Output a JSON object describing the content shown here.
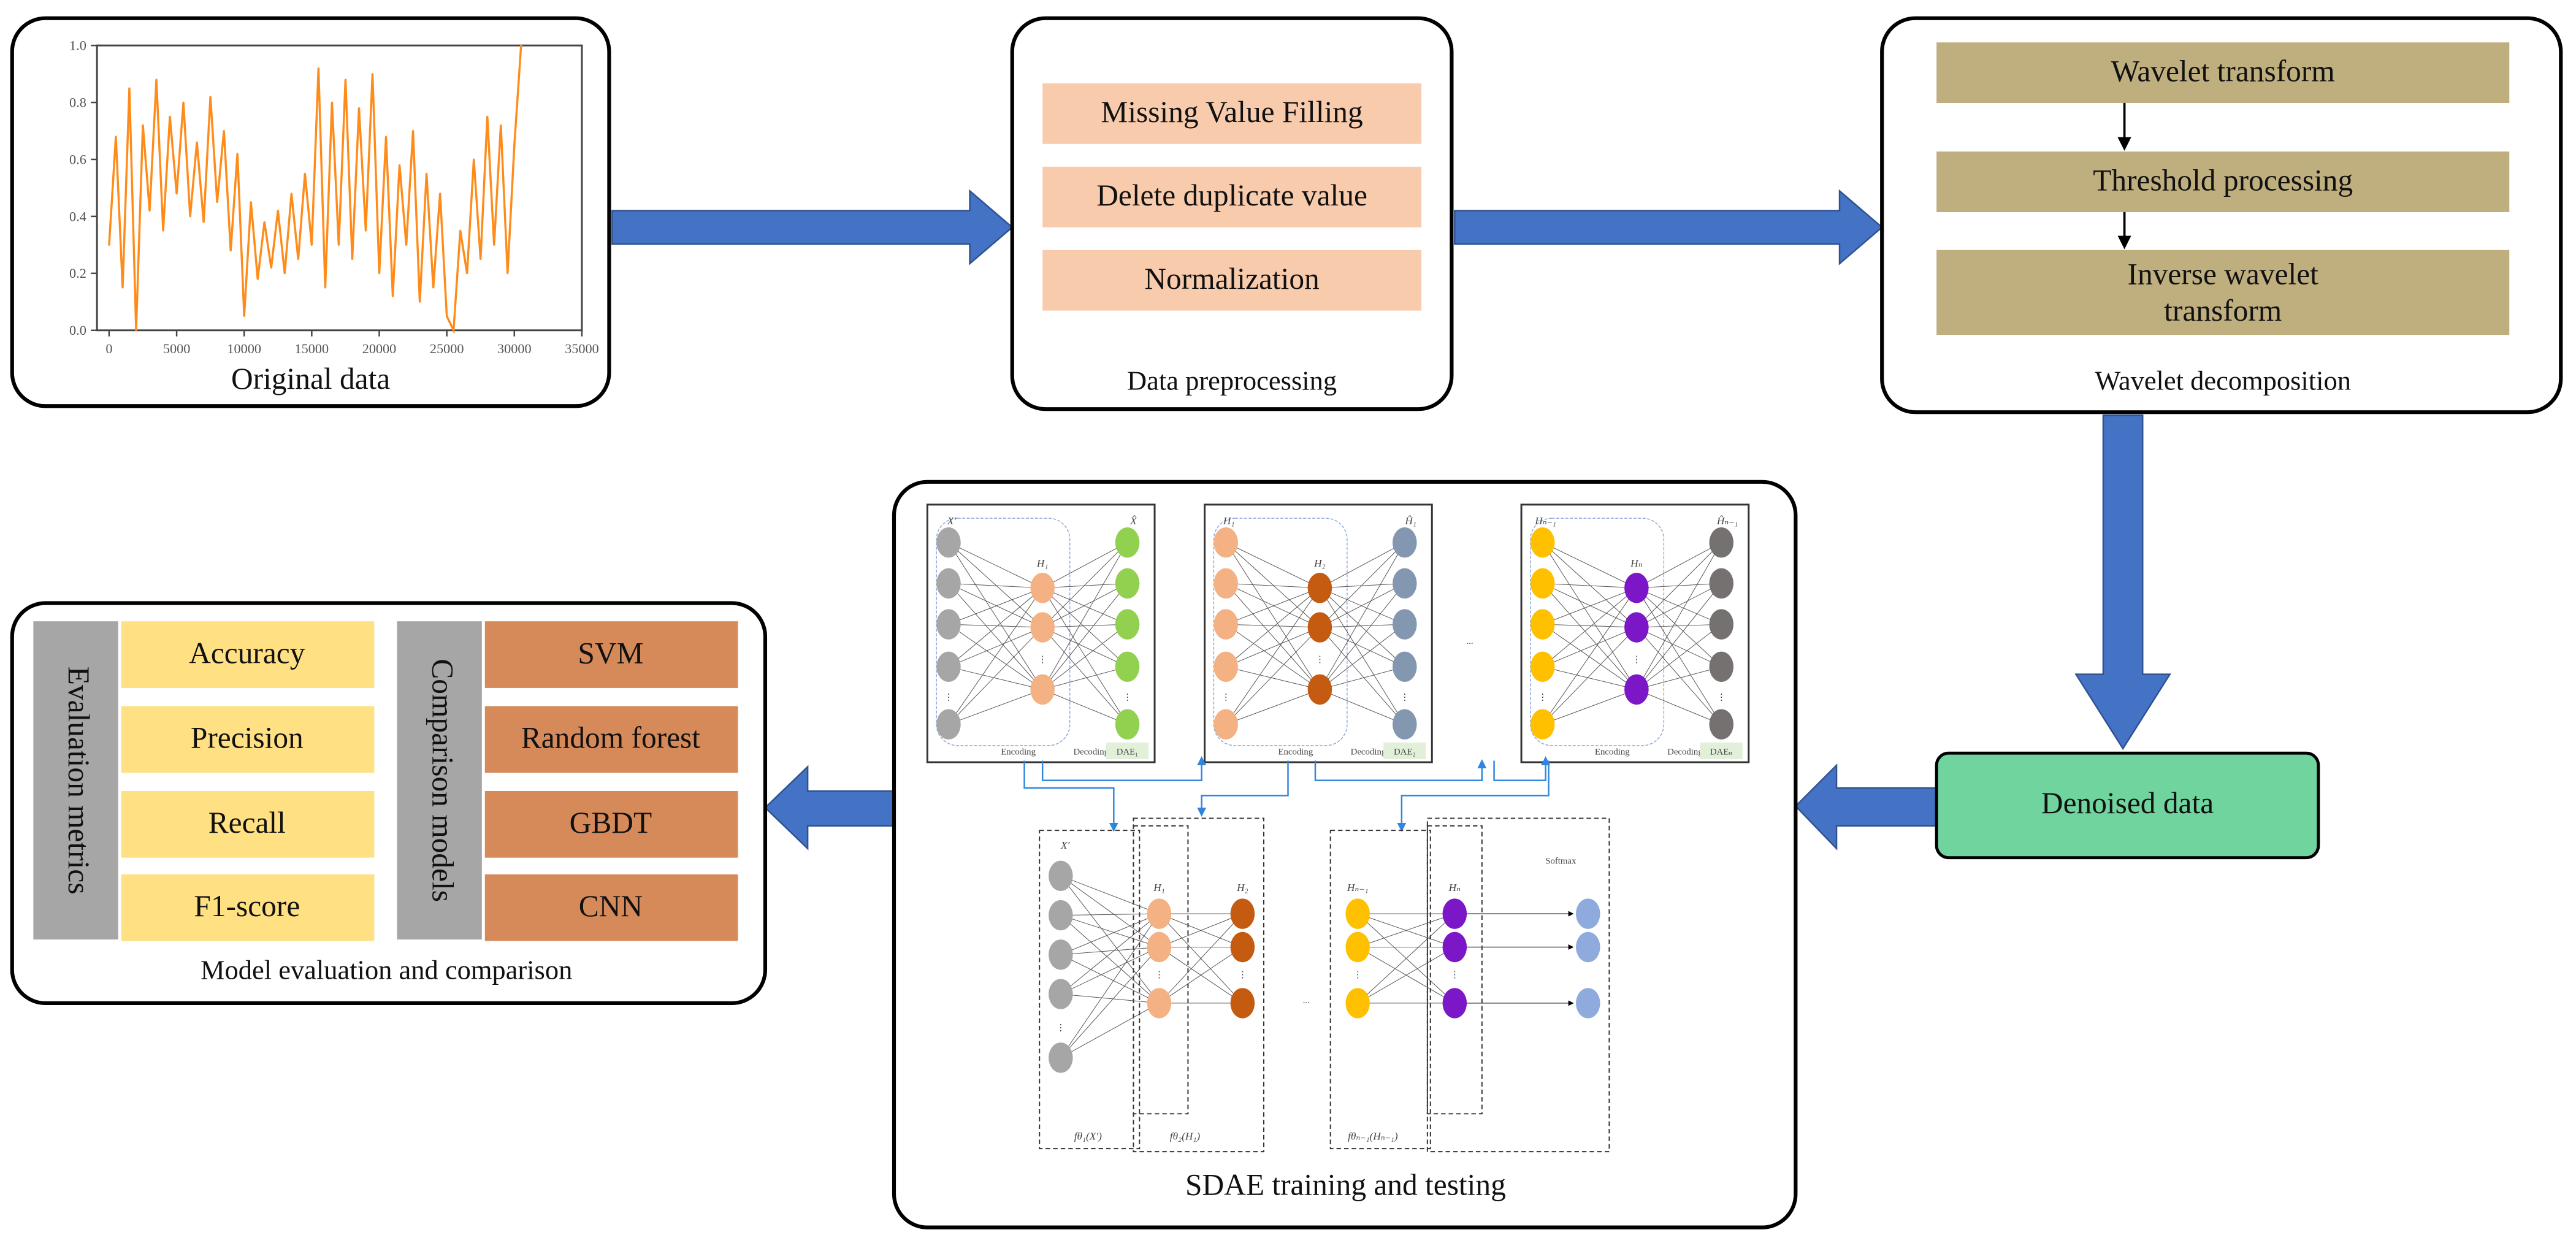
{
  "original_data": {
    "caption": "Original data",
    "chart_data": {
      "type": "line",
      "title": "",
      "xlabel": "",
      "ylabel": "",
      "xlim": [
        0,
        35000
      ],
      "ylim": [
        0.0,
        1.0
      ],
      "x_ticks": [
        "0",
        "5000",
        "10000",
        "15000",
        "20000",
        "25000",
        "30000",
        "35000"
      ],
      "y_ticks": [
        "0.0",
        "0.2",
        "0.4",
        "0.6",
        "0.8",
        "1.0"
      ],
      "grid": false,
      "color": "#FF8C1A",
      "x": [
        0,
        500,
        1000,
        1500,
        2000,
        2500,
        3000,
        3500,
        4000,
        4500,
        5000,
        5500,
        6000,
        6500,
        7000,
        7500,
        8000,
        8500,
        9000,
        9500,
        10000,
        10500,
        11000,
        11500,
        12000,
        12500,
        13000,
        13500,
        14000,
        14500,
        15000,
        15500,
        16000,
        16500,
        17000,
        17500,
        18000,
        18500,
        19000,
        19500,
        20000,
        20500,
        21000,
        21500,
        22000,
        22500,
        23000,
        23500,
        24000,
        24500,
        25000,
        25500,
        26000,
        26500,
        27000,
        27500,
        28000,
        28500,
        29000,
        29500,
        30000,
        30500
      ],
      "y": [
        0.3,
        0.68,
        0.15,
        0.85,
        0.0,
        0.72,
        0.42,
        0.88,
        0.35,
        0.75,
        0.48,
        0.8,
        0.4,
        0.66,
        0.38,
        0.82,
        0.45,
        0.7,
        0.28,
        0.62,
        0.05,
        0.45,
        0.18,
        0.38,
        0.22,
        0.42,
        0.2,
        0.48,
        0.25,
        0.55,
        0.3,
        0.92,
        0.15,
        0.8,
        0.3,
        0.88,
        0.25,
        0.78,
        0.35,
        0.9,
        0.2,
        0.68,
        0.12,
        0.58,
        0.3,
        0.7,
        0.1,
        0.55,
        0.15,
        0.48,
        0.05,
        0.0,
        0.35,
        0.2,
        0.6,
        0.25,
        0.75,
        0.3,
        0.72,
        0.2,
        0.65,
        1.0
      ]
    }
  },
  "preprocessing": {
    "caption": "Data preprocessing",
    "steps": [
      "Missing Value Filling",
      "Delete duplicate value",
      "Normalization"
    ],
    "color": "#F8CBAD"
  },
  "wavelet": {
    "caption": "Wavelet decomposition",
    "steps": [
      "Wavelet transform",
      "Threshold processing",
      "Inverse wavelet",
      "transform"
    ],
    "color": "#BFAE7E"
  },
  "denoised": {
    "label": "Denoised data",
    "color": "#70D49E"
  },
  "sdae": {
    "caption": "SDAE training and testing",
    "dae": [
      {
        "in": "X′",
        "hid": "H₁",
        "out": "X̂",
        "tag": "DAE₁"
      },
      {
        "in": "H₁",
        "hid": "H₂",
        "out": "Ĥ₁",
        "tag": "DAE₂"
      },
      {
        "in": "Hₙ₋₁",
        "hid": "Hₙ",
        "out": "Ĥₙ₋₁",
        "tag": "DAEₙ"
      }
    ],
    "encoding": "Encoding",
    "decoding": "Decoding",
    "ellipsis": "...",
    "stack_labels": [
      "X′",
      "H₁",
      "H₂",
      "Hₙ₋₁",
      "Hₙ",
      "Softmax"
    ],
    "stack_funcs": [
      "fθ₁(X′)",
      "fθ₂(H₁)",
      "fθₙ₋₁(Hₙ₋₁)"
    ]
  },
  "evaluation": {
    "caption": "Model evaluation and comparison",
    "metrics_title": "Evaluation metrics",
    "metrics": [
      "Accuracy",
      "Precision",
      "Recall",
      "F1-score"
    ],
    "models_title": "Comparison models",
    "models": [
      "SVM",
      "Random forest",
      "GBDT",
      "CNN"
    ],
    "metric_color": "#FFE083",
    "model_color": "#D68A5A"
  },
  "arrow_color": "#4472C4"
}
